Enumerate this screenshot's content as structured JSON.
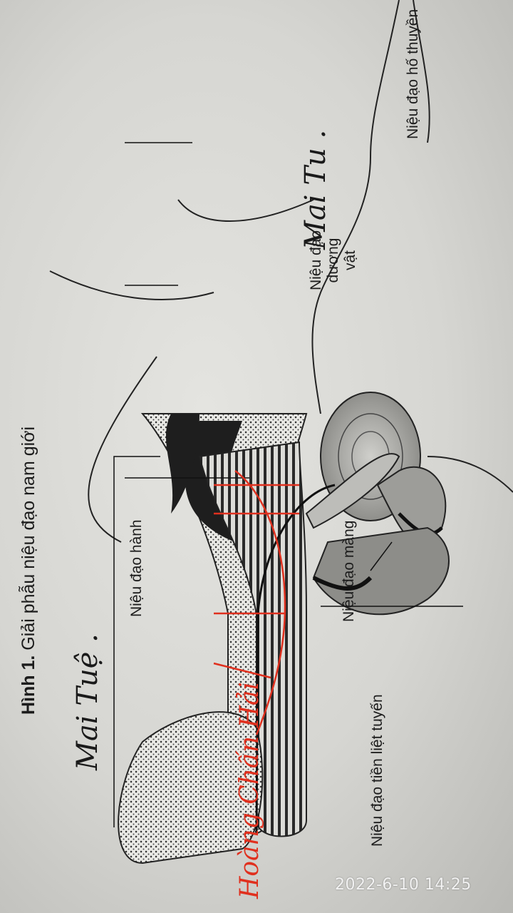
{
  "figure": {
    "caption_number": "Hình 1.",
    "caption_text": "Giải phẫu niệu đạo nam giới",
    "labels": {
      "fossa": "Niệu đạo hố thuyền",
      "penile_lines": [
        "Niệu đạo",
        "dương",
        "vật"
      ],
      "bulbar": "Niệu đạo hành",
      "membranous": "Niệu đạo màng",
      "prostatic": "Niệu đạo tiền liệt tuyến"
    }
  },
  "annotations": {
    "handwritten_top": "Mai Tu .",
    "handwritten_bottom": "Mai Tuệ .",
    "handwritten_red": "Hoàng Chấn Hải"
  },
  "timestamp": "2022-6-10 14:25",
  "colors": {
    "ink": "#1c1c1c",
    "red_pen": "#e0301e",
    "paper": "#dcdcd8"
  }
}
